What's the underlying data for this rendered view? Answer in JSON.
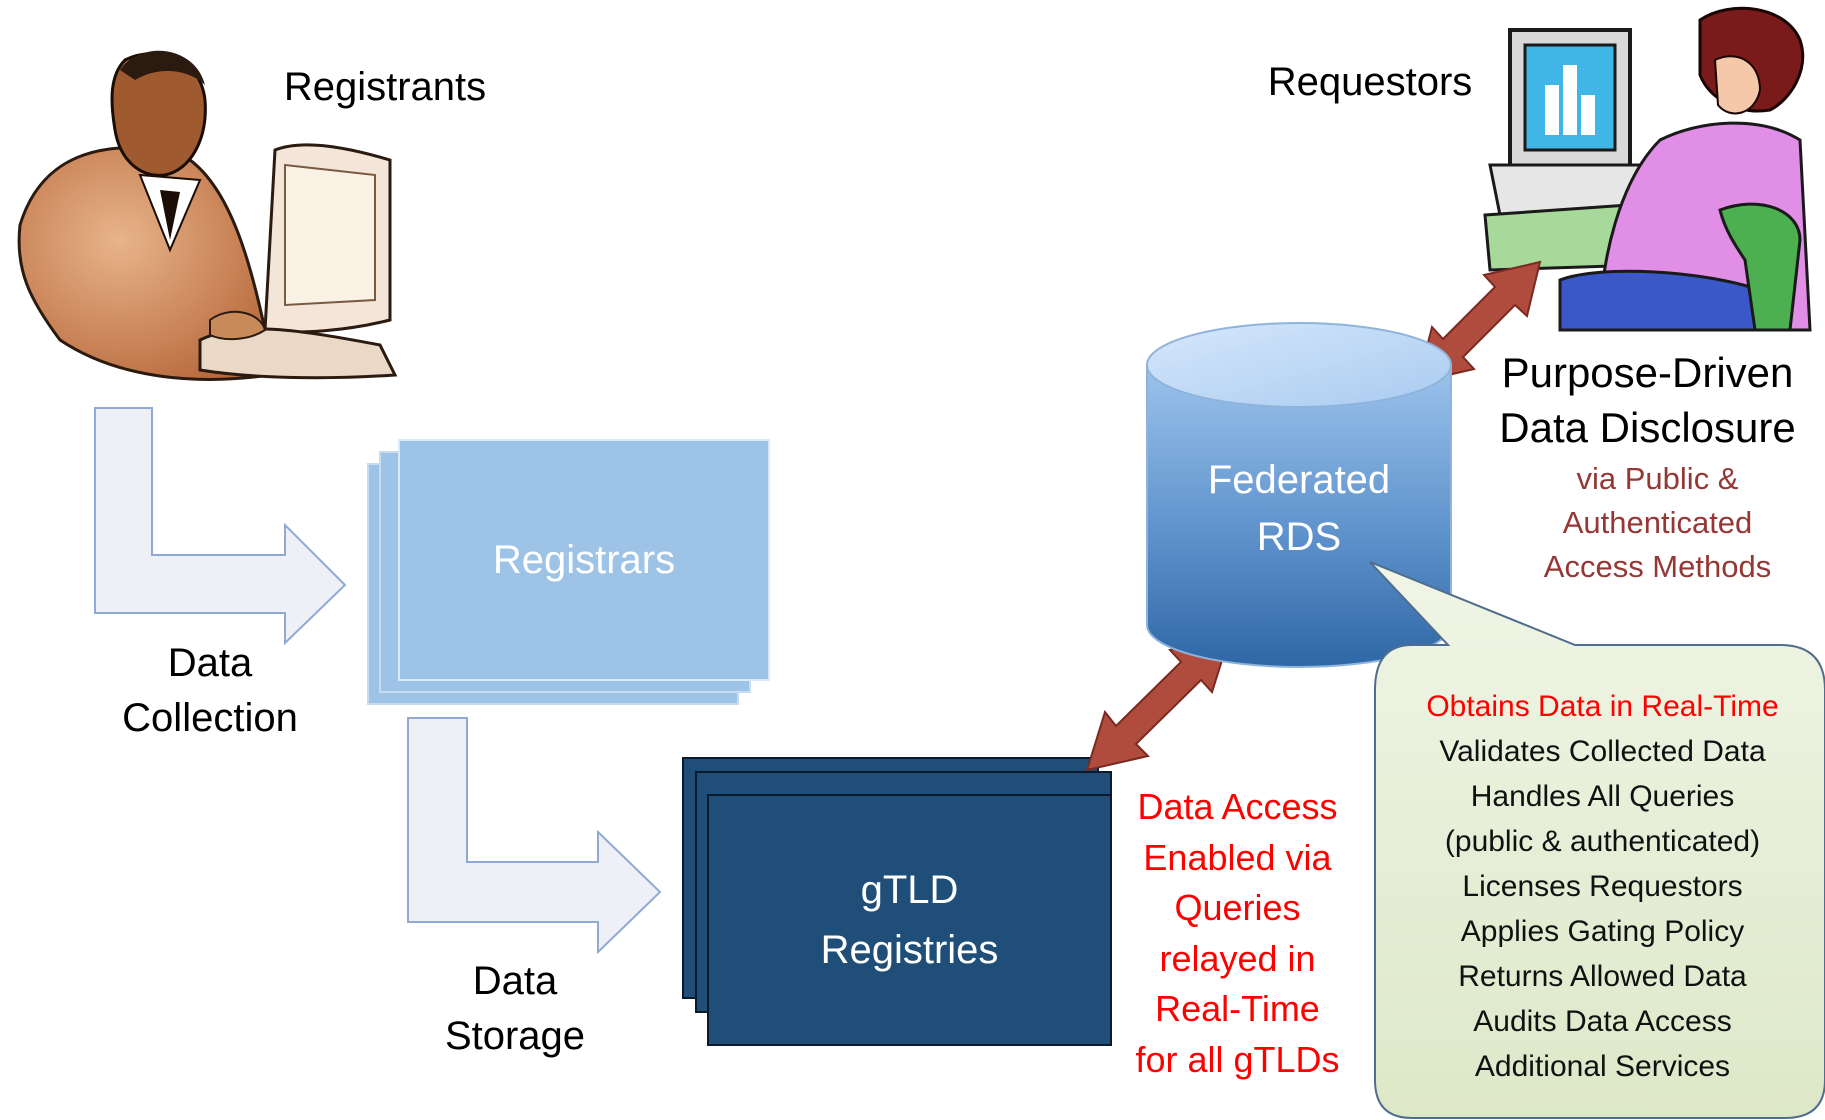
{
  "actors": {
    "registrants": "Registrants",
    "requestors": "Requestors"
  },
  "flows": {
    "data_collection": [
      "Data",
      "Collection"
    ],
    "data_storage": [
      "Data",
      "Storage"
    ]
  },
  "entities": {
    "registrars": "Registrars",
    "registries": [
      "gTLD",
      "Registries"
    ],
    "rds": [
      "Federated",
      "RDS"
    ]
  },
  "disclosure": {
    "title": [
      "Purpose-Driven",
      "Data Disclosure"
    ],
    "methods": [
      "via Public &",
      "Authenticated",
      "Access Methods"
    ]
  },
  "data_access": [
    "Data Access",
    "Enabled via",
    "Queries",
    "relayed in",
    "Real-Time",
    "for all gTLDs"
  ],
  "callout": {
    "highlight": "Obtains Data in Real-Time",
    "items": [
      "Validates Collected Data",
      "Handles All Queries",
      "(public & authenticated)",
      "Licenses Requestors",
      "Applies Gating Policy",
      "Returns Allowed Data",
      "Audits Data Access",
      "Additional Services"
    ]
  },
  "colors": {
    "red_text": "#ff0000",
    "brown_text": "#953735",
    "arrow_fill": "#b04c3d",
    "registrar_fill": "#9dc3e6",
    "registry_fill": "#1f4e79",
    "callout_fill": "#ebf1de",
    "flow_arrow_fill": "#efeff7"
  }
}
